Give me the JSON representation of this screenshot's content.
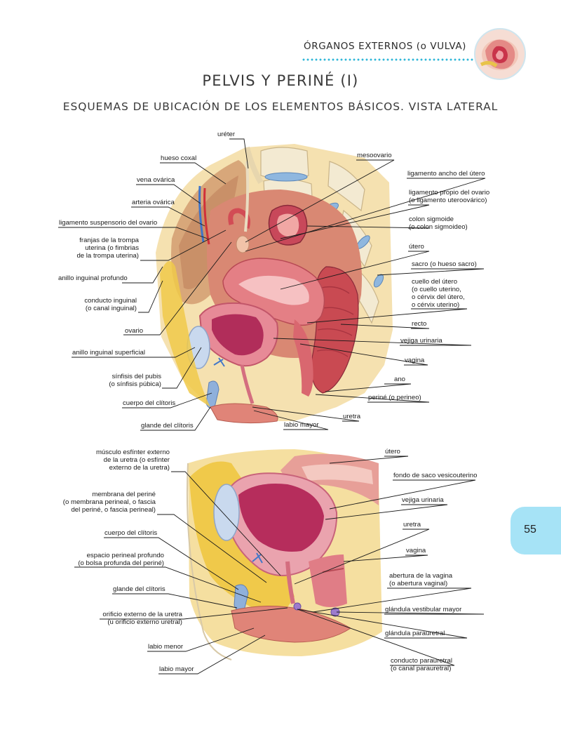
{
  "header": {
    "section": "ÓRGANOS EXTERNOS (o VULVA)",
    "title": "PELVIS Y PERINÉ (I)",
    "subtitle": "ESQUEMAS DE UBICACIÓN DE LOS ELEMENTOS BÁSICOS. VISTA LATERAL"
  },
  "page_number": "55",
  "figure1": {
    "labels": {
      "ureter": "uréter",
      "hueso_coxal": "hueso coxal",
      "vena_ovarica": "vena ovárica",
      "arteria_ovarica": "arteria ovárica",
      "lig_suspensorio": "ligamento suspensorio del ovario",
      "franjas": "franjas de la trompa\nuterina (o fimbrias\nde la trompa uterina)",
      "anillo_profundo": "anillo inguinal profundo",
      "conducto_inguinal": "conducto inguinal\n(o canal inguinal)",
      "ovario": "ovario",
      "anillo_superficial": "anillo inguinal superficial",
      "sinfisis": "sínfisis del pubis\n(o sínfisis púbica)",
      "cuerpo_clitoris": "cuerpo del clítoris",
      "glande_clitoris": "glande del clítoris",
      "mesoovario": "mesoovario",
      "lig_ancho": "ligamento ancho del útero",
      "lig_propio": "ligamento propio del ovario\n(o ligamento uteroovárico)",
      "colon": "colon sigmoide\n(o colon sigmoideo)",
      "utero": "útero",
      "sacro": "sacro (o hueso sacro)",
      "cuello": "cuello del útero\n(o cuello uterino,\no cérvix del útero,\no cérvix uterino)",
      "recto": "recto",
      "vejiga": "vejiga urinaria",
      "vagina": "vagina",
      "ano": "ano",
      "perine": "periné (o perineo)",
      "uretra": "uretra",
      "labio_mayor": "labio mayor"
    }
  },
  "figure2": {
    "labels": {
      "musculo_esfinter": "músculo esfínter externo\nde la uretra (o esfínter\nexterno de la uretra)",
      "membrana": "membrana del periné\n(o membrana perineal, o fascia\ndel periné, o fascia perineal)",
      "cuerpo_clitoris": "cuerpo del clítoris",
      "espacio": "espacio perineal profundo\n(o bolsa profunda del periné)",
      "glande_clitoris": "glande del clítoris",
      "orificio": "orificio externo de la uretra\n(u orificio externo uretral)",
      "labio_menor": "labio menor",
      "labio_mayor": "labio mayor",
      "utero": "útero",
      "fondo_saco": "fondo de saco vesicouterino",
      "vejiga": "vejiga urinaria",
      "uretra": "uretra",
      "vagina": "vagina",
      "abertura": "abertura de la vagina\n(o abertura vaginal)",
      "glandula_vestibular": "glándula vestibular mayor",
      "glandula_parauretral": "glándula parauretral",
      "conducto_parauretral": "conducto parauretral\n(o canal parauretral)"
    }
  }
}
